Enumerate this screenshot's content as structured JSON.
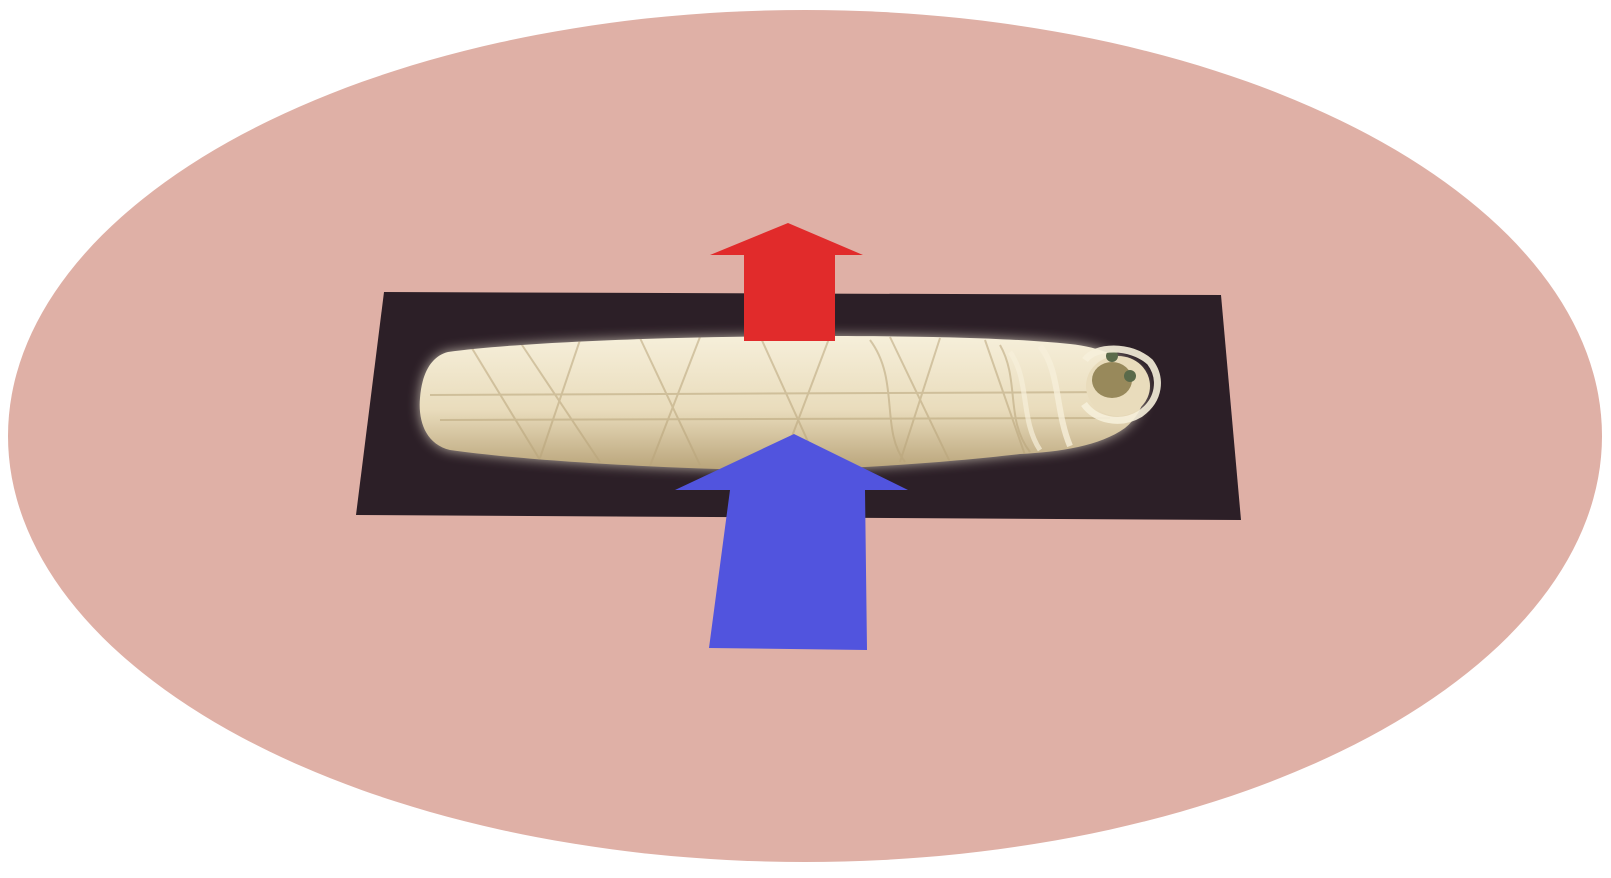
{
  "diagram": {
    "background_ellipse_color": "#dfb0a6",
    "photo_background_color": "#2c1f27",
    "shroud_colors": {
      "base": "#e9dcbc",
      "light": "#f6efda",
      "shadow": "#b9a47a",
      "face": "#8a7a4a",
      "coin": "#5a6a4a"
    },
    "arrows": [
      {
        "id": "upward-red",
        "direction": "up",
        "color": "#e12b2b",
        "icon": "arrow-up-icon"
      },
      {
        "id": "upward-blue",
        "direction": "up",
        "color": "#5154de",
        "icon": "arrow-up-icon"
      }
    ],
    "photo_subject_icon": "wrapped-mummy-figure"
  }
}
